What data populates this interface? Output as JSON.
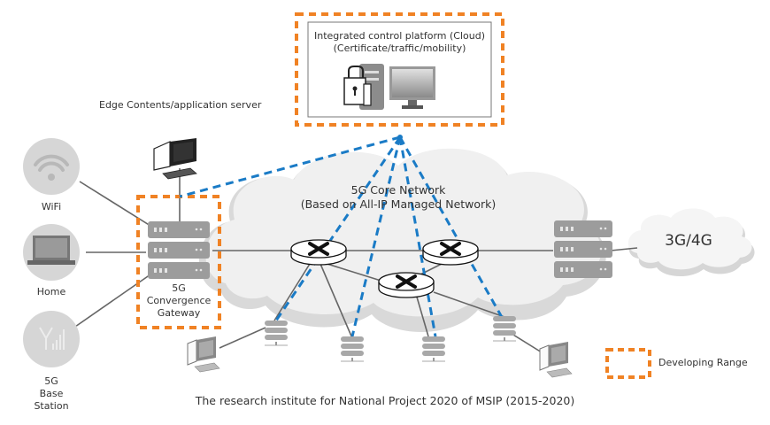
{
  "platform": {
    "title_line1": "Integrated control platform (Cloud)",
    "title_line2": "(Certificate/traffic/mobility)",
    "icons": [
      "lock-icon",
      "server-tower-icon",
      "monitor-icon"
    ]
  },
  "edge_server": {
    "label": "Edge Contents/application server",
    "icon": "desktop-computer-icon"
  },
  "access_nodes": [
    {
      "id": "wifi",
      "label_lines": [
        "WiFi"
      ],
      "icon": "wifi-icon"
    },
    {
      "id": "home",
      "label_lines": [
        "Home"
      ],
      "icon": "laptop-icon"
    },
    {
      "id": "base-station",
      "label_lines": [
        "5G",
        "Base",
        "Station"
      ],
      "icon": "antenna-icon"
    }
  ],
  "gateway": {
    "label_lines": [
      "5G",
      "Convergence",
      "Gateway"
    ],
    "icon": "server-rack-icon"
  },
  "core_network": {
    "title_line1": "5G Core Network",
    "title_line2": "(Based on All-IP Managed Network)",
    "routers": 3,
    "edge_servers": 4,
    "client_pcs": 2
  },
  "legacy_network": {
    "label": "3G/4G"
  },
  "legend": {
    "label": "Developing Range",
    "color": "#f08224"
  },
  "caption": "The research institute for National Project 2020 of MSIP (2015-2020)",
  "colors": {
    "developing_range": "#f08224",
    "control_link": "#1a7bc6",
    "link": "#666666",
    "cloud": "#eeeeee",
    "icon_gray": "#b3b3b3"
  }
}
